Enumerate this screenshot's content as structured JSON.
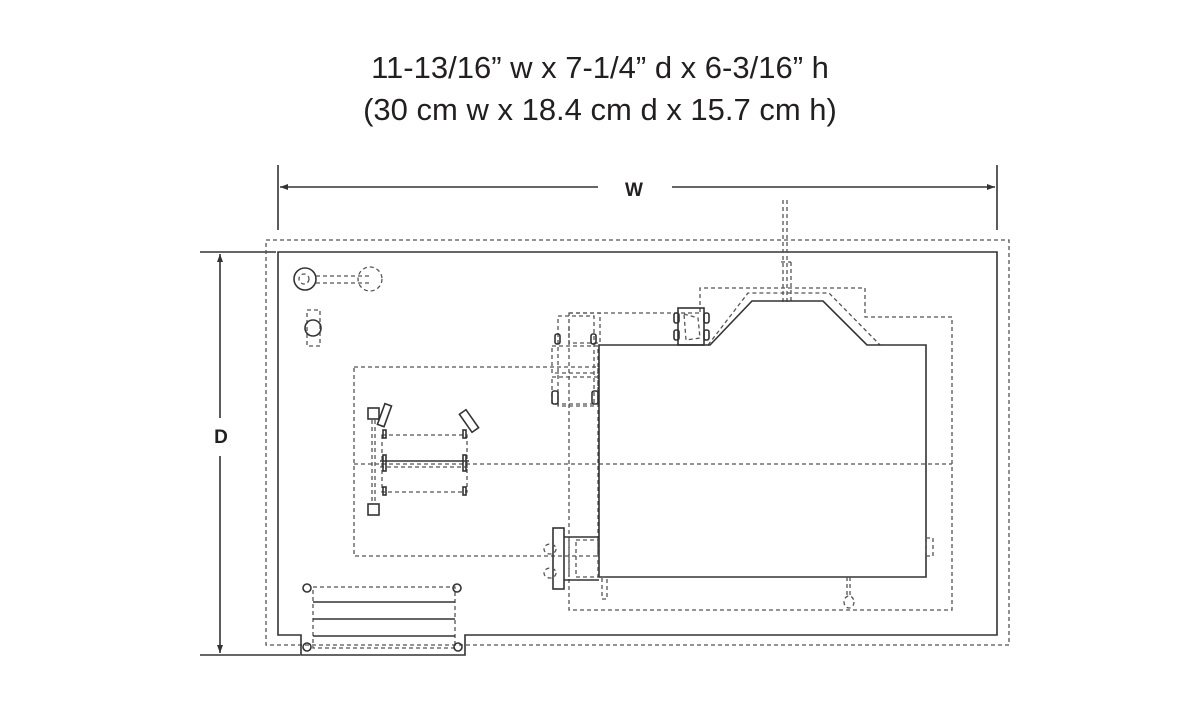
{
  "title": {
    "imperial": "11-13/16” w x 7-1/4” d x 6-3/16” h",
    "metric": "(30 cm w x 18.4 cm d x 15.7 cm h)"
  },
  "dimensions": {
    "width_label": "W",
    "depth_label": "D"
  }
}
